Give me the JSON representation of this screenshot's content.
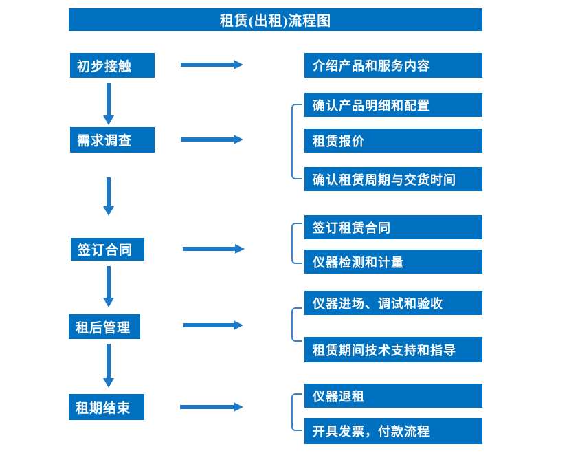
{
  "title": "租赁(出租)流程图",
  "colors": {
    "box_blue": "#0070C0",
    "arrow_blue": "#1B79C8",
    "bracket_blue": "#3C82C4",
    "text_white": "#FFFFFF",
    "background": "#FFFFFF"
  },
  "steps": [
    {
      "label": "初步接触",
      "details": [
        "介绍产品和服务内容"
      ]
    },
    {
      "label": "需求调查",
      "details": [
        "确认产品明细和配置",
        "租赁报价",
        "确认租赁周期与交货时间"
      ]
    },
    {
      "label": "签订合同",
      "details": [
        "签订租赁合同",
        "仪器检测和计量"
      ]
    },
    {
      "label": "租后管理",
      "details": [
        "仪器进场、调试和验收",
        "租赁期间技术支持和指导"
      ]
    },
    {
      "label": "租期结束",
      "details": [
        "仪器退租",
        "开具发票，付款流程"
      ]
    }
  ]
}
